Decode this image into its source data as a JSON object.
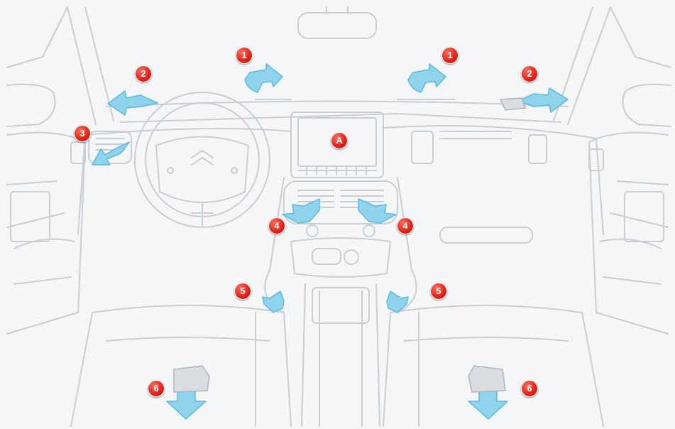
{
  "colors": {
    "line": "#c9ced3",
    "airflow": "#8fd3ec",
    "airflow_dark": "#5ab9dc",
    "badge": "#e3261c"
  },
  "badges": [
    {
      "id": "b1-left",
      "label": "1"
    },
    {
      "id": "b1-right",
      "label": "1"
    },
    {
      "id": "b2-left",
      "label": "2"
    },
    {
      "id": "b2-right",
      "label": "2"
    },
    {
      "id": "b3",
      "label": "3"
    },
    {
      "id": "bA",
      "label": "A"
    },
    {
      "id": "b4-left",
      "label": "4"
    },
    {
      "id": "b4-right",
      "label": "4"
    },
    {
      "id": "b5-left",
      "label": "5"
    },
    {
      "id": "b5-right",
      "label": "5"
    },
    {
      "id": "b6-left",
      "label": "6"
    },
    {
      "id": "b6-right",
      "label": "6"
    }
  ]
}
